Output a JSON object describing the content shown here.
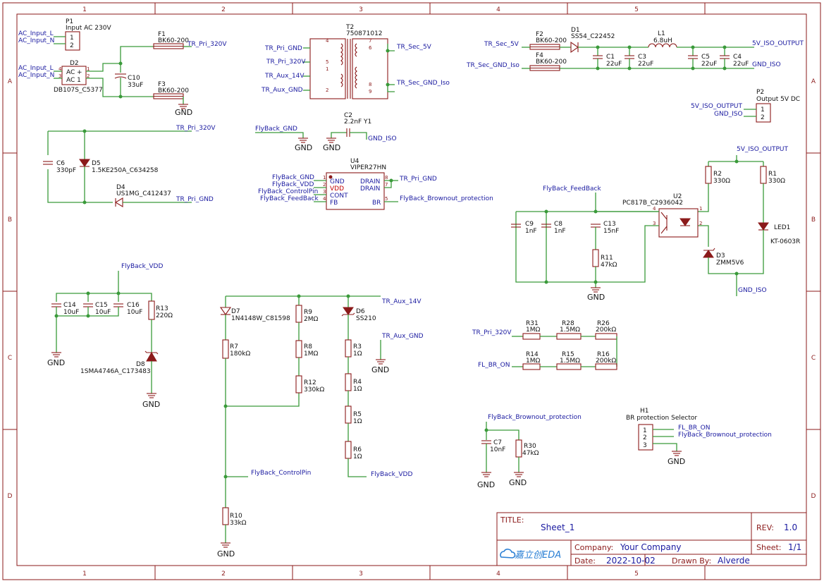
{
  "frame": {
    "columns": [
      "1",
      "2",
      "3",
      "4",
      "5"
    ],
    "rows": [
      "A",
      "B",
      "C",
      "D"
    ]
  },
  "title_block": {
    "title_label": "TITLE:",
    "title": "Sheet_1",
    "rev_label": "REV:",
    "rev": "1.0",
    "company_label": "Company:",
    "company": "Your Company",
    "sheet_label": "Sheet:",
    "sheet": "1/1",
    "date_label": "Date:",
    "date": "2022-10-02",
    "drawn_label": "Drawn By:",
    "drawn": "Alverde",
    "logo": "嘉立创EDA"
  },
  "gnd": "GND",
  "components": {
    "P1": {
      "ref": "P1",
      "value": "Input AC 230V",
      "pins": [
        "1",
        "2"
      ]
    },
    "D2": {
      "ref": "D2",
      "value": "DB107S_C5377",
      "pins": [
        "4",
        "3",
        "1",
        "2"
      ],
      "ac": "AC",
      "plus": "+",
      "ac2": "AC 1"
    },
    "F1": {
      "ref": "F1",
      "value": "BK60-200"
    },
    "F3": {
      "ref": "F3",
      "value": "BK60-200"
    },
    "C10": {
      "ref": "C10",
      "value": "33uF"
    },
    "T2": {
      "ref": "T2",
      "value": "750871012",
      "pins": [
        "4",
        "5",
        "1",
        "2",
        "7",
        "6",
        "8",
        "9"
      ]
    },
    "D1": {
      "ref": "D1",
      "value": "SS54_C22452"
    },
    "F2": {
      "ref": "F2",
      "value": "BK60-200"
    },
    "F4": {
      "ref": "F4",
      "value": "BK60-200"
    },
    "L1": {
      "ref": "L1",
      "value": "6.8uH"
    },
    "C1": {
      "ref": "C1",
      "value": "22uF"
    },
    "C3": {
      "ref": "C3",
      "value": "22uF"
    },
    "C5": {
      "ref": "C5",
      "value": "22uF"
    },
    "C4": {
      "ref": "C4",
      "value": "22uF"
    },
    "P2": {
      "ref": "P2",
      "value": "Output 5V DC",
      "pins": [
        "1",
        "2"
      ]
    },
    "C6": {
      "ref": "C6",
      "value": "330pF"
    },
    "D5": {
      "ref": "D5",
      "value": "1.5KE250A_C634258"
    },
    "D4": {
      "ref": "D4",
      "value": "US1MG_C412437"
    },
    "C2": {
      "ref": "C2",
      "value": "2.2nF Y1"
    },
    "U4": {
      "ref": "U4",
      "value": "VIPER27HN",
      "left_pins": [
        "GND",
        "VDD",
        "CONT",
        "FB"
      ],
      "left_nums": [
        "1",
        "2",
        "3",
        "4"
      ],
      "right_pins": [
        "DRAIN",
        "DRAIN",
        "BR"
      ],
      "right_nums": [
        "8",
        "7",
        "5"
      ]
    },
    "U2": {
      "ref": "U2",
      "value": "PC817B_C2936042",
      "pins": [
        "4",
        "3",
        "1",
        "2"
      ]
    },
    "R2": {
      "ref": "R2",
      "value": "330Ω"
    },
    "R1": {
      "ref": "R1",
      "value": "330Ω"
    },
    "LED1": {
      "ref": "LED1",
      "value": "KT-0603R"
    },
    "D3": {
      "ref": "D3",
      "value": "ZMM5V6"
    },
    "C9": {
      "ref": "C9",
      "value": "1nF"
    },
    "C8": {
      "ref": "C8",
      "value": "1nF"
    },
    "C13": {
      "ref": "C13",
      "value": "15nF"
    },
    "R11": {
      "ref": "R11",
      "value": "47kΩ"
    },
    "C14": {
      "ref": "C14",
      "value": "10uF"
    },
    "C15": {
      "ref": "C15",
      "value": "10uF"
    },
    "C16": {
      "ref": "C16",
      "value": "10uF"
    },
    "R13": {
      "ref": "R13",
      "value": "220Ω"
    },
    "D8": {
      "ref": "D8",
      "value": "1SMA4746A_C173483"
    },
    "D7": {
      "ref": "D7",
      "value": "1N4148W_C81598"
    },
    "R7": {
      "ref": "R7",
      "value": "180kΩ"
    },
    "R9": {
      "ref": "R9",
      "value": "2MΩ"
    },
    "R8": {
      "ref": "R8",
      "value": "1MΩ"
    },
    "R12": {
      "ref": "R12",
      "value": "330kΩ"
    },
    "D6": {
      "ref": "D6",
      "value": "SS210"
    },
    "R3": {
      "ref": "R3",
      "value": "1Ω"
    },
    "R4": {
      "ref": "R4",
      "value": "1Ω"
    },
    "R5": {
      "ref": "R5",
      "value": "1Ω"
    },
    "R6": {
      "ref": "R6",
      "value": "1Ω"
    },
    "R10": {
      "ref": "R10",
      "value": "33kΩ"
    },
    "R31": {
      "ref": "R31",
      "value": "1MΩ"
    },
    "R28": {
      "ref": "R28",
      "value": "1.5MΩ"
    },
    "R26": {
      "ref": "R26",
      "value": "200kΩ"
    },
    "R14": {
      "ref": "R14",
      "value": "1MΩ"
    },
    "R15": {
      "ref": "R15",
      "value": "1.5MΩ"
    },
    "R16": {
      "ref": "R16",
      "value": "200kΩ"
    },
    "C7": {
      "ref": "C7",
      "value": "10nF"
    },
    "R30": {
      "ref": "R30",
      "value": "47kΩ"
    },
    "H1": {
      "ref": "H1",
      "value": "BR protection Selector",
      "pins": [
        "1",
        "2",
        "3"
      ]
    }
  },
  "nets": {
    "ac_l": "AC_Input_L",
    "ac_n": "AC_Input_N",
    "tr_pri_320": "TR_Pri_320V",
    "tr_pri_gnd": "TR_Pri_GND",
    "tr_aux_14": "TR_Aux_14V",
    "tr_aux_gnd": "TR_Aux_GND",
    "tr_sec_5": "TR_Sec_5V",
    "tr_sec_gnd_iso_t": "TR_Sec_GND_Iso",
    "tr_sec_gnd_iso_f": "TR_Sec_GND_Iso",
    "out_5v_iso": "5V_ISO_OUTPUT",
    "gnd_iso": "GND_ISO",
    "flyback_gnd": "FlyBack_GND",
    "flyback_vdd": "FlyBack_VDD",
    "flyback_ctrl": "FlyBack_ControlPin",
    "flyback_fb": "FlyBack_FeedBack",
    "flyback_br": "FlyBack_Brownout_protection",
    "fl_br_on": "FL_BR_ON",
    "fly_back_vdd": "FlyBack_VDD",
    "ctrlpin": "FlyBack_ControlPin"
  }
}
